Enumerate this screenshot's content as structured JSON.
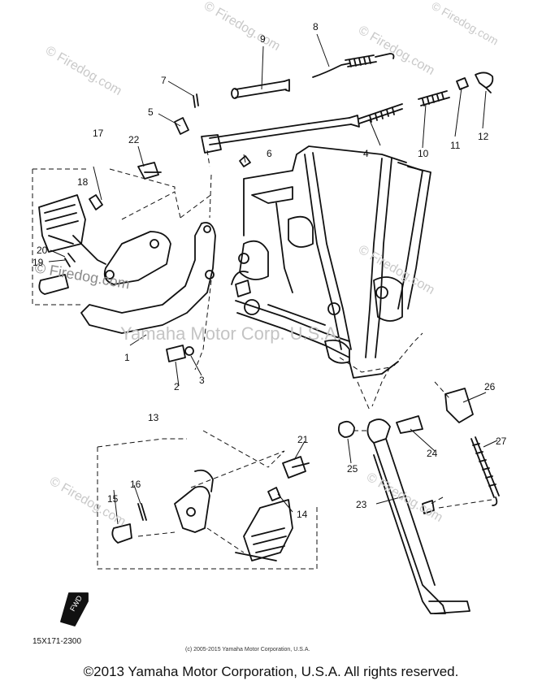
{
  "watermarks": {
    "wm1": "© Firedog.com",
    "wm2": "© Firedog.com",
    "wm3": "© Firedog.com",
    "wm4": "© Firedog.com",
    "wm5": "© Firedog.com",
    "wm6": "© Firedog.com",
    "wm7": "© Firedog.com",
    "wm8": "© Firedog.com",
    "center": "Yamaha Motor Corp. U.S.A."
  },
  "callouts": {
    "c1": "1",
    "c2": "2",
    "c3": "3",
    "c4": "4",
    "c5": "5",
    "c6": "6",
    "c7": "7",
    "c8": "8",
    "c9": "9",
    "c10": "10",
    "c11": "11",
    "c12": "12",
    "c13": "13",
    "c14": "14",
    "c15": "15",
    "c16": "16",
    "c17": "17",
    "c18": "18",
    "c19": "19",
    "c20": "20",
    "c21": "21",
    "c22": "22",
    "c23": "23",
    "c24": "24",
    "c25": "25",
    "c26": "26",
    "c27": "27"
  },
  "fwd_mark": "FWD",
  "diagram_code": "15X171-2300",
  "small_copyright": "(c) 2005-2015 Yamaha Motor Corporation, U.S.A.",
  "copyright": "©2013 Yamaha Motor Corporation, U.S.A. All rights reserved."
}
